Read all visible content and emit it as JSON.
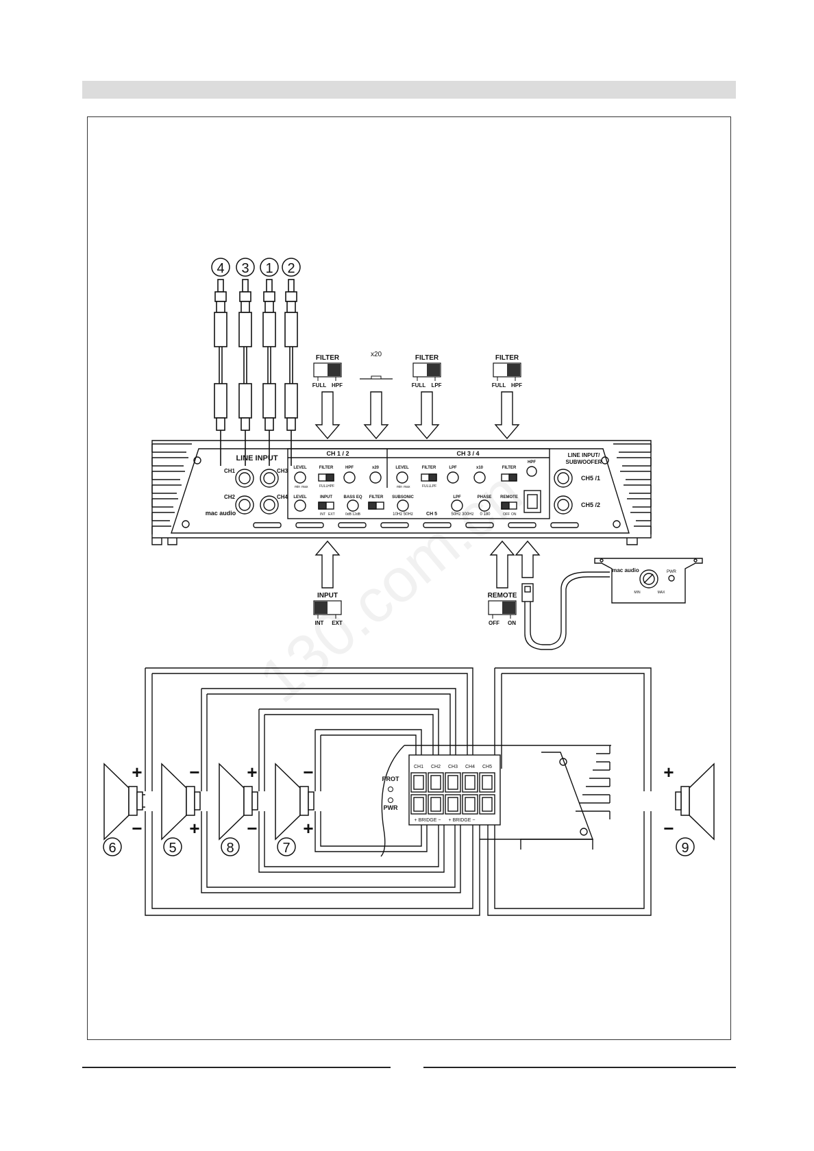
{
  "rca_numbers": [
    "4",
    "3",
    "1",
    "2"
  ],
  "switches": {
    "filter1": {
      "title": "FILTER",
      "left": "FULL",
      "right": "HPF"
    },
    "x20": {
      "title": "x20"
    },
    "filter2": {
      "title": "FILTER",
      "left": "FULL",
      "right": "LPF"
    },
    "filter3": {
      "title": "FILTER",
      "left": "FULL",
      "right": "HPF"
    },
    "input": {
      "title": "INPUT",
      "left": "INT",
      "right": "EXT"
    },
    "remote": {
      "title": "REMOTE",
      "left": "OFF",
      "right": "ON"
    }
  },
  "amp": {
    "line_input": "LINE INPUT",
    "ch_labels": [
      "CH1",
      "CH3",
      "CH2",
      "CH4"
    ],
    "ch12": "CH 1 / 2",
    "ch34": "CH 3 / 4",
    "ch5": "CH 5",
    "line_input_sub_1": "LINE INPUT/",
    "line_input_sub_2": "SUBWOOFER",
    "ch5_1": "CH5 /1",
    "ch5_2": "CH5 /2",
    "level": "LEVEL",
    "hpf": "HPF",
    "lpf": "LPF",
    "x20": "x20",
    "x10": "x10",
    "filter": "FILTER",
    "full": "FULL",
    "hpf_short": "HPF",
    "lpf_short": "LPF",
    "min": "min",
    "max": "max",
    "bass_eq": "BASS EQ",
    "subsonic": "SUBSONIC",
    "phase": "PHASE",
    "remote": "REMOTE",
    "input": "INPUT",
    "int": "INT",
    "ext": "EXT",
    "off": "OFF",
    "on": "ON",
    "subsonic_range": "10Hz  50Hz",
    "lpf_range": "50Hz  300Hz",
    "phase_range": "0   180",
    "eq_range": "0dB   12dB",
    "brand": "mac audio"
  },
  "remote_box": {
    "brand": "mac audio",
    "pwr": "PWR",
    "min": "MIN",
    "max": "MAX"
  },
  "wiring": {
    "speakers": [
      "6",
      "5",
      "8",
      "7",
      "9"
    ],
    "plus": "+",
    "minus": "−",
    "prot": "PROT",
    "pwr": "PWR",
    "terminal_labels": [
      "CH1",
      "CH2",
      "CH3",
      "CH4",
      "CH5"
    ],
    "bridge_1": "+ BRIDGE −",
    "bridge_2": "+ BRIDGE −"
  },
  "watermark": "130.com.cn"
}
